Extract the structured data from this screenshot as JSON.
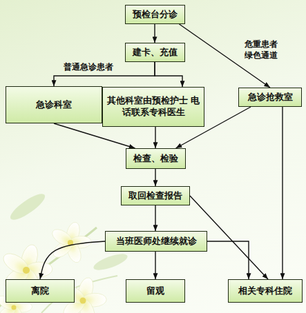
{
  "diagram": {
    "nodes": [
      {
        "text": [
          "预检台分诊"
        ]
      },
      {
        "text": [
          "建卡、充值"
        ]
      },
      {
        "text": [
          "急诊科室"
        ]
      },
      {
        "text": [
          "其他科室由预检护士 电话联系专科医生"
        ]
      },
      {
        "text": [
          "急诊抢救室"
        ]
      },
      {
        "text": [
          "检查、检验"
        ]
      },
      {
        "text": [
          "取回检查报告"
        ]
      },
      {
        "text": [
          "当班医师处继续就诊"
        ]
      },
      {
        "text": [
          "离院"
        ]
      },
      {
        "text": [
          "留观"
        ]
      },
      {
        "text": [
          "相关专科住院"
        ]
      }
    ],
    "edges": [
      {
        "from": 0,
        "to": 1,
        "arrow": "to"
      },
      {
        "from": 1,
        "to": 2,
        "label": "普通急诊患者",
        "arrow": "to"
      },
      {
        "from": 1,
        "to": 3,
        "arrow": "to"
      },
      {
        "from": 0,
        "to": 4,
        "label": "危重患者 绿色通道",
        "arrow": "to"
      },
      {
        "from": 2,
        "to": 5,
        "arrow": "to"
      },
      {
        "from": 3,
        "to": 5,
        "arrow": "to"
      },
      {
        "from": 4,
        "to": 5,
        "arrow": "to"
      },
      {
        "from": 5,
        "to": 6,
        "arrow": "to"
      },
      {
        "from": 6,
        "to": 7,
        "arrow": "to"
      },
      {
        "from": 6,
        "to": 10,
        "arrow": "to"
      },
      {
        "from": 4,
        "to": 10,
        "arrow": "to"
      },
      {
        "from": 7,
        "to": 8,
        "arrow": "to"
      },
      {
        "from": 7,
        "to": 9,
        "arrow": "to"
      },
      {
        "from": 7,
        "to": 10,
        "arrow": "to"
      }
    ]
  }
}
